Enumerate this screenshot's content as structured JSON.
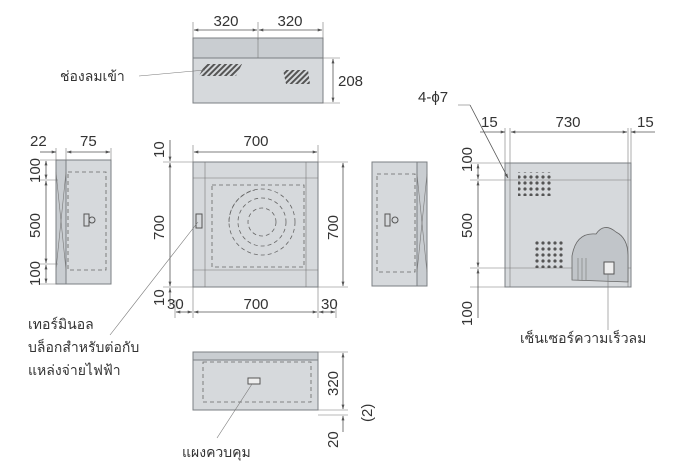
{
  "dims": {
    "top_w1": "320",
    "top_w2": "320",
    "top_h": "208",
    "side_l1": "22",
    "side_l2": "75",
    "side_v1": "100",
    "side_v2": "500",
    "side_v3": "100",
    "front_w": "700",
    "front_h": "700",
    "front_h_right": "700",
    "front_top_10": "10",
    "front_bot_10": "10",
    "front_bot_30a": "30",
    "front_bot_700": "700",
    "front_bot_30b": "30",
    "back_hole": "4-ϕ7",
    "back_15a": "15",
    "back_730": "730",
    "back_15b": "15",
    "back_v1": "100",
    "back_v2": "500",
    "back_v3": "100",
    "bottom_320": "320",
    "bottom_20": "20",
    "bottom_2": "(2)"
  },
  "labels": {
    "air_inlet": "ช่องลมเข้า",
    "terminal_1": "เทอร์มินอล",
    "terminal_2": "บล็อกสำหรับต่อกับ",
    "terminal_3": "แหล่งจ่ายไฟฟ้า",
    "air_speed_sensor": "เซ็นเซอร์ความเร็วลม",
    "control_panel": "แผงควบคุม"
  },
  "colors": {
    "panel_fill": "#d6d9dc",
    "panel_edge": "#7b7f83",
    "line": "#555555"
  }
}
